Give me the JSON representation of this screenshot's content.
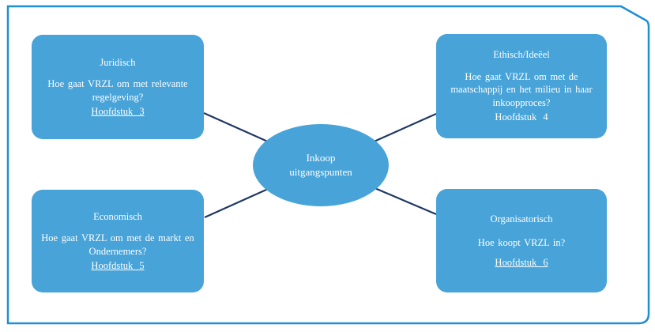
{
  "diagram": {
    "center": {
      "line1": "Inkoop",
      "line2": "uitgangspunten"
    },
    "nodes": [
      {
        "id": "juridisch",
        "title": "Juridisch",
        "body": "Hoe gaat VRZL om met relevante regelgeving?",
        "chapter": "Hoofdstuk 3"
      },
      {
        "id": "ethisch",
        "title": "Ethisch/Ideëel",
        "body": "Hoe gaat VRZL om met de maatschappij en het milieu in haar inkoopproces?",
        "chapter": "Hoofdstuk 4"
      },
      {
        "id": "economisch",
        "title": "Economisch",
        "body": "Hoe gaat VRZL om met de markt en Ondernemers?",
        "chapter": "Hoofdstuk 5"
      },
      {
        "id": "organisatorisch",
        "title": "Organisatorisch",
        "body": "Hoe koopt VRZL in?",
        "chapter": "Hoofdstuk 6"
      }
    ],
    "colors": {
      "node_fill": "#47a3d8",
      "frame_border": "#1e8fd5",
      "connector": "#1f3864",
      "text": "#ffffff"
    }
  }
}
